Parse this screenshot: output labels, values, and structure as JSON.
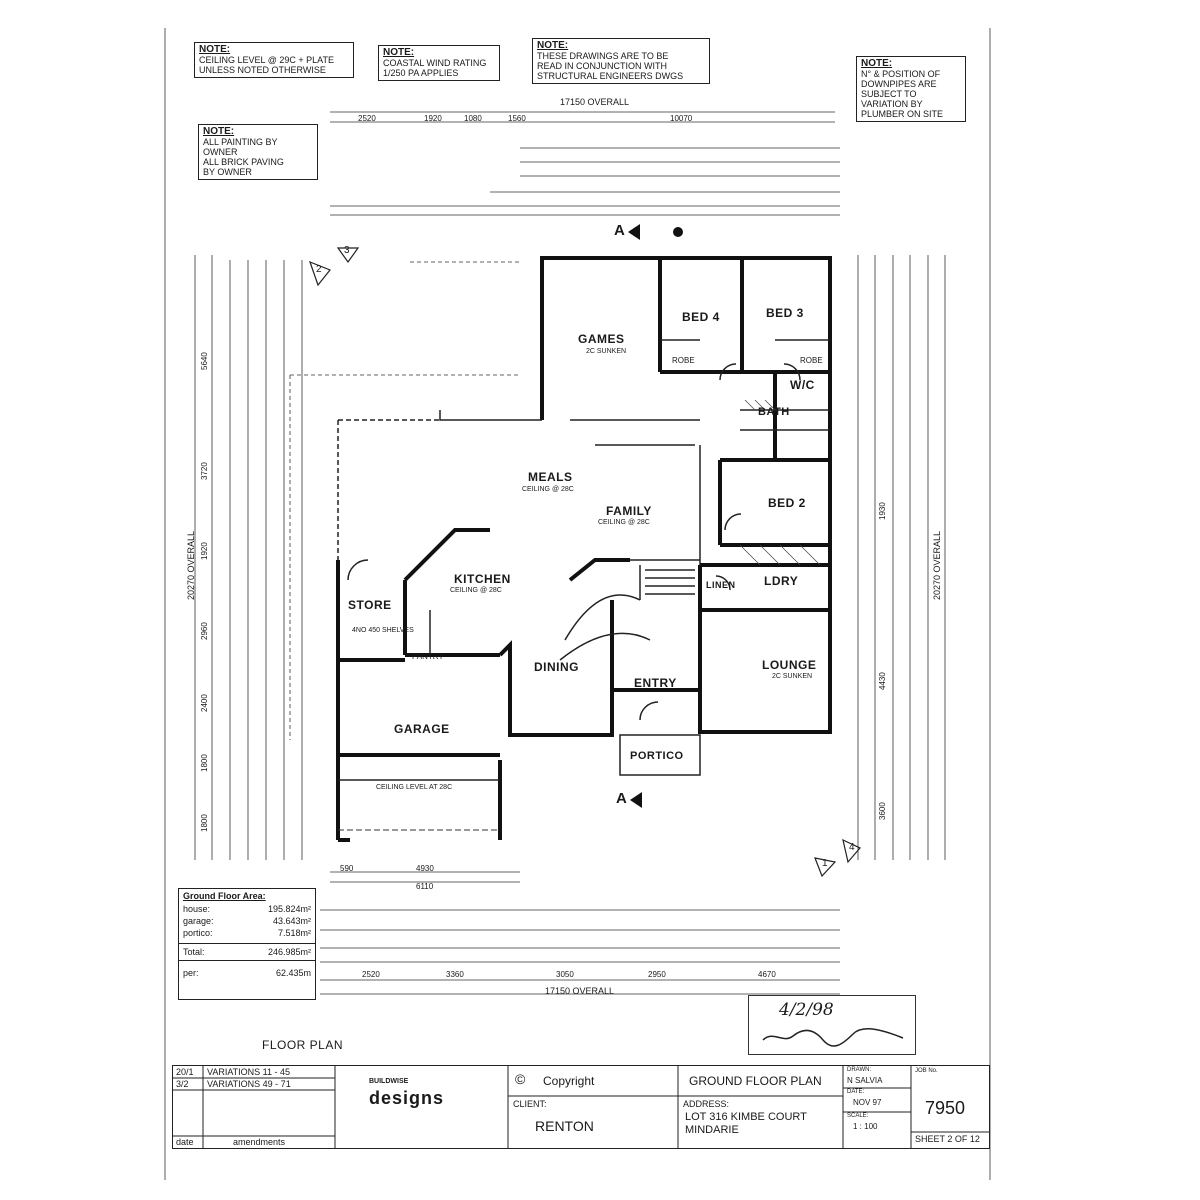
{
  "notes": [
    {
      "title": "NOTE:",
      "lines": [
        "CEILING LEVEL @ 29c + PLATE",
        "UNLESS NOTED OTHERWISE"
      ]
    },
    {
      "title": "NOTE:",
      "lines": [
        "COASTAL WIND RATING",
        "1/250 Pa APPLIES"
      ]
    },
    {
      "title": "NOTE:",
      "lines": [
        "THESE DRAWINGS ARE TO BE",
        "READ IN CONJUNCTION WITH",
        "STRUCTURAL ENGINEERS DWGS"
      ]
    },
    {
      "title": "NOTE:",
      "lines": [
        "N° & POSITION OF",
        "DOWNPIPES ARE",
        "SUBJECT TO",
        "VARIATION BY",
        "PLUMBER ON SITE"
      ]
    },
    {
      "title": "NOTE:",
      "lines": [
        "ALL PAINTING BY OWNER",
        "ALL BRICK PAVING",
        "BY OWNER"
      ]
    }
  ],
  "overall": {
    "top": "17150 OVERALL",
    "bottom": "17150 OVERALL",
    "left": "20270 OVERALL",
    "right": "20270 OVERALL"
  },
  "top_dims": [
    "2520",
    "1920",
    "1080",
    "1560",
    "10070"
  ],
  "bottom_dims": [
    "590",
    "4930",
    "6110",
    "2520",
    "3360",
    "3050",
    "2950",
    "4670"
  ],
  "left_dims": [
    "5640",
    "3720",
    "1920",
    "2960",
    "2400",
    "1800",
    "1800"
  ],
  "right_dims": [
    "1930",
    "4430",
    "3600"
  ],
  "rooms": {
    "games": "GAMES",
    "games_sub": "2c SUNKEN",
    "bed4": "BED 4",
    "bed3": "BED 3",
    "wc": "W/C",
    "bath": "BATH",
    "bed2": "BED 2",
    "meals": "MEALS",
    "meals_sub": "CEILING @ 28c",
    "family": "FAMILY",
    "family_sub": "CEILING @ 28c",
    "kitchen": "KITCHEN",
    "kitchen_sub": "CEILING @ 28c",
    "store": "STORE",
    "store_sub": "4No 450 SHELVES",
    "pantry": "PANTRY",
    "linen": "LINEN",
    "ldry": "LDRY",
    "dining": "DINING",
    "entry": "ENTRY",
    "lounge": "LOUNGE",
    "lounge_sub": "2c SUNKEN",
    "garage": "GARAGE",
    "garage_sub": "CEILING LEVEL AT 28c",
    "portico": "PORTICO",
    "robe1": "ROBE",
    "robe2": "ROBE"
  },
  "section_marks": [
    "A",
    "A"
  ],
  "callouts": [
    "1",
    "2",
    "3",
    "4"
  ],
  "areas": {
    "title": "Ground Floor Area:",
    "rows": [
      {
        "label": "house:",
        "value": "195.824m²"
      },
      {
        "label": "garage:",
        "value": "43.643m²"
      },
      {
        "label": "portico:",
        "value": "7.518m²"
      }
    ],
    "total_label": "Total:",
    "total_value": "246.985m²",
    "per_label": "per:",
    "per_value": "62.435m"
  },
  "signature_date": "4/2/98",
  "floor_plan_label": "FLOOR PLAN",
  "title_block": {
    "amendments": [
      {
        "code": "20/1",
        "text": "VARIATIONS 11 - 45"
      },
      {
        "code": "3/2",
        "text": "VARIATIONS 49 - 71"
      }
    ],
    "amend_header_code": "date",
    "amend_header_text": "amendments",
    "logo_top": "BUILDWISE",
    "logo_main": "designs",
    "copyright": "Copyright",
    "client_label": "CLIENT:",
    "client": "RENTON",
    "drawing_title": "GROUND FLOOR PLAN",
    "address_label": "ADDRESS:",
    "address_line1": "LOT 316 KIMBE COURT",
    "address_line2": "MINDARIE",
    "drawn_label": "DRAWN:",
    "drawn": "N SALVIA",
    "date_label": "DATE:",
    "date": "NOV 97",
    "scale_label": "SCALE:",
    "scale": "1 : 100",
    "job_label": "JOB No.",
    "job": "7950",
    "sheet": "SHEET 2 OF 12"
  }
}
